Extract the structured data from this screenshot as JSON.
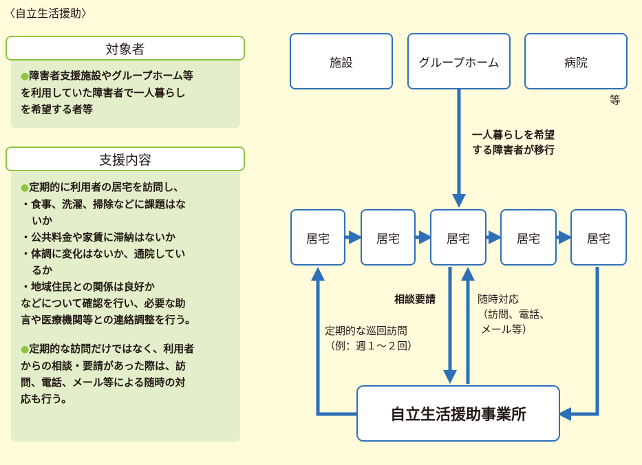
{
  "title": "〈自立生活援助〉",
  "target_panel": {
    "heading": "対象者",
    "lines": [
      "障害者支援施設やグループホーム等",
      "を利用していた障害者で一人暮らし",
      "を希望する者等"
    ]
  },
  "support_panel": {
    "heading": "支援内容",
    "p1_lead": "定期的に利用者の居宅を訪問し、",
    "p1_items": [
      "・食事、洗濯、掃除などに課題はな",
      "いか",
      "・公共料金や家賃に滞納はないか",
      "・体調に変化はないか、通院してい",
      "るか",
      "・地域住民との関係は良好か"
    ],
    "p1_tail": [
      "などについて確認を行い、必要な助",
      "言や医療機関等との連絡調整を行う。"
    ],
    "p2_lines": [
      "定期的な訪問だけではなく、利用者",
      "からの相談・要請があった際は、訪",
      "問、電話、メール等による随時の対",
      "応も行う。"
    ]
  },
  "diagram": {
    "facilities": [
      "施設",
      "グループホーム",
      "病院"
    ],
    "facilities_suffix": "等",
    "move_label": "一人暮らしを希望\nする障害者が移行",
    "homes": [
      "居宅",
      "居宅",
      "居宅",
      "居宅",
      "居宅"
    ],
    "request_label": "相談要請",
    "response_label": "随時対応\n（訪問、電話、\n メール等）",
    "visit_label": "定期的な巡回訪問\n（例：週１～２回）",
    "office": "自立生活援助事業所"
  },
  "colors": {
    "accent_green": "#8cc63f",
    "arrow_blue": "#2e70b8",
    "panel_green": "#e3efca",
    "background": "#fffbdb"
  }
}
